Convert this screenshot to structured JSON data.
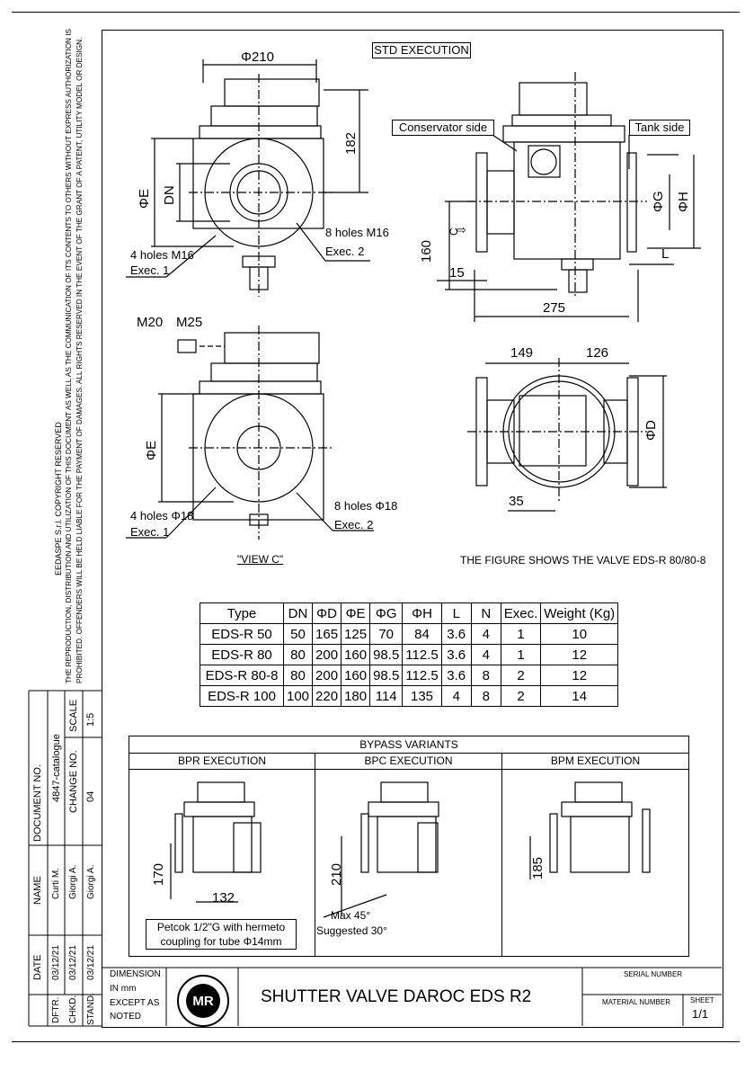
{
  "copyright": {
    "line1": "EEDASPE S.r.l.      COPYRIGHT RESERVED",
    "line2": "THE REPRODUCTION, DISTRIBUTION AND UTILIZATION OF THIS DOCUMENT AS WELL AS THE COMMUNICATION OF ITS CONTENTS TO OTHERS WITHOUT EXPRESS AUTHORIZATION IS",
    "line3": "PROHIBITED. OFFENDERS WILL BE HELD LIABLE FOR THE PAYMENT OF DAMAGES. ALL RIGHTS RESERVED IN THE EVENT OF THE GRANT OF A PATENT, UTILITY MODEL OR DESIGN."
  },
  "drawing": {
    "std_execution": "STD EXECUTION",
    "dim_210": "Φ210",
    "dim_182": "182",
    "dim_E": "ΦE",
    "dim_DN": "DN",
    "holes_m16_4": "4 holes M16",
    "exec1_a": "Exec. 1",
    "holes_m16_8": "8 holes M16",
    "exec2_a": "Exec. 2",
    "conservator_side": "Conservator side",
    "tank_side": "Tank side",
    "dim_G": "ΦG",
    "dim_H": "ΦH",
    "dim_C": "C",
    "dim_160": "160",
    "dim_15": "15",
    "dim_L": "L",
    "dim_275": "275",
    "m20": "M20",
    "m25": "M25",
    "dim_E2": "ΦE",
    "holes_18_4": "4 holes Φ18",
    "exec1_b": "Exec. 1",
    "holes_18_8": "8 holes Φ18",
    "exec2_b": "Exec. 2",
    "view_c": "\"VIEW C\"",
    "dim_149": "149",
    "dim_126": "126",
    "dim_D": "ΦD",
    "dim_35": "35",
    "figure_note": "THE FIGURE SHOWS THE VALVE EDS-R 80/80-8"
  },
  "spec_table": {
    "headers": [
      "Type",
      "DN",
      "ΦD",
      "ΦE",
      "ΦG",
      "ΦH",
      "L",
      "N",
      "Exec.",
      "Weight (Kg)"
    ],
    "rows": [
      [
        "EDS-R 50",
        "50",
        "165",
        "125",
        "70",
        "84",
        "3.6",
        "4",
        "1",
        "10"
      ],
      [
        "EDS-R 80",
        "80",
        "200",
        "160",
        "98.5",
        "112.5",
        "3.6",
        "4",
        "1",
        "12"
      ],
      [
        "EDS-R 80-8",
        "80",
        "200",
        "160",
        "98.5",
        "112.5",
        "3.6",
        "8",
        "2",
        "12"
      ],
      [
        "EDS-R 100",
        "100",
        "220",
        "180",
        "114",
        "135",
        "4",
        "8",
        "2",
        "14"
      ]
    ]
  },
  "bypass": {
    "title": "BYPASS VARIANTS",
    "bpr": "BPR EXECUTION",
    "bpc": "BPC EXECUTION",
    "bpm": "BPM EXECUTION",
    "dim_170": "170",
    "dim_132": "132",
    "petcok_line1": "Petcok 1/2\"G with hermeto",
    "petcok_line2": "coupling for tube Φ14mm",
    "dim_210": "210",
    "max45": "Max 45°",
    "suggested30": "Suggested 30°",
    "dim_185": "185"
  },
  "side_block": {
    "doc_no_label": "DOCUMENT NO.",
    "doc_no": "4847-catalogue",
    "change_no_label": "CHANGE NO.",
    "change_no": "04",
    "scale_label": "SCALE",
    "scale": "1:5",
    "name_label": "NAME",
    "name1": "Curti M.",
    "name2": "Giorgi A.",
    "name3": "Giorgi A.",
    "date_label": "DATE",
    "date1": "03/12/21",
    "date2": "03/12/21",
    "date3": "03/12/21",
    "dftr": "DFTR.",
    "chkd": "CHKD.",
    "stand": "STAND."
  },
  "title_block": {
    "dimension": "DIMENSION",
    "in_mm": "IN mm",
    "except_as": "EXCEPT AS",
    "noted": "NOTED",
    "logo": "MR",
    "title": "SHUTTER VALVE DAROC EDS R2",
    "serial_number": "SERIAL NUMBER",
    "material_number": "MATERIAL NUMBER",
    "sheet_label": "SHEET",
    "sheet": "1/1"
  }
}
